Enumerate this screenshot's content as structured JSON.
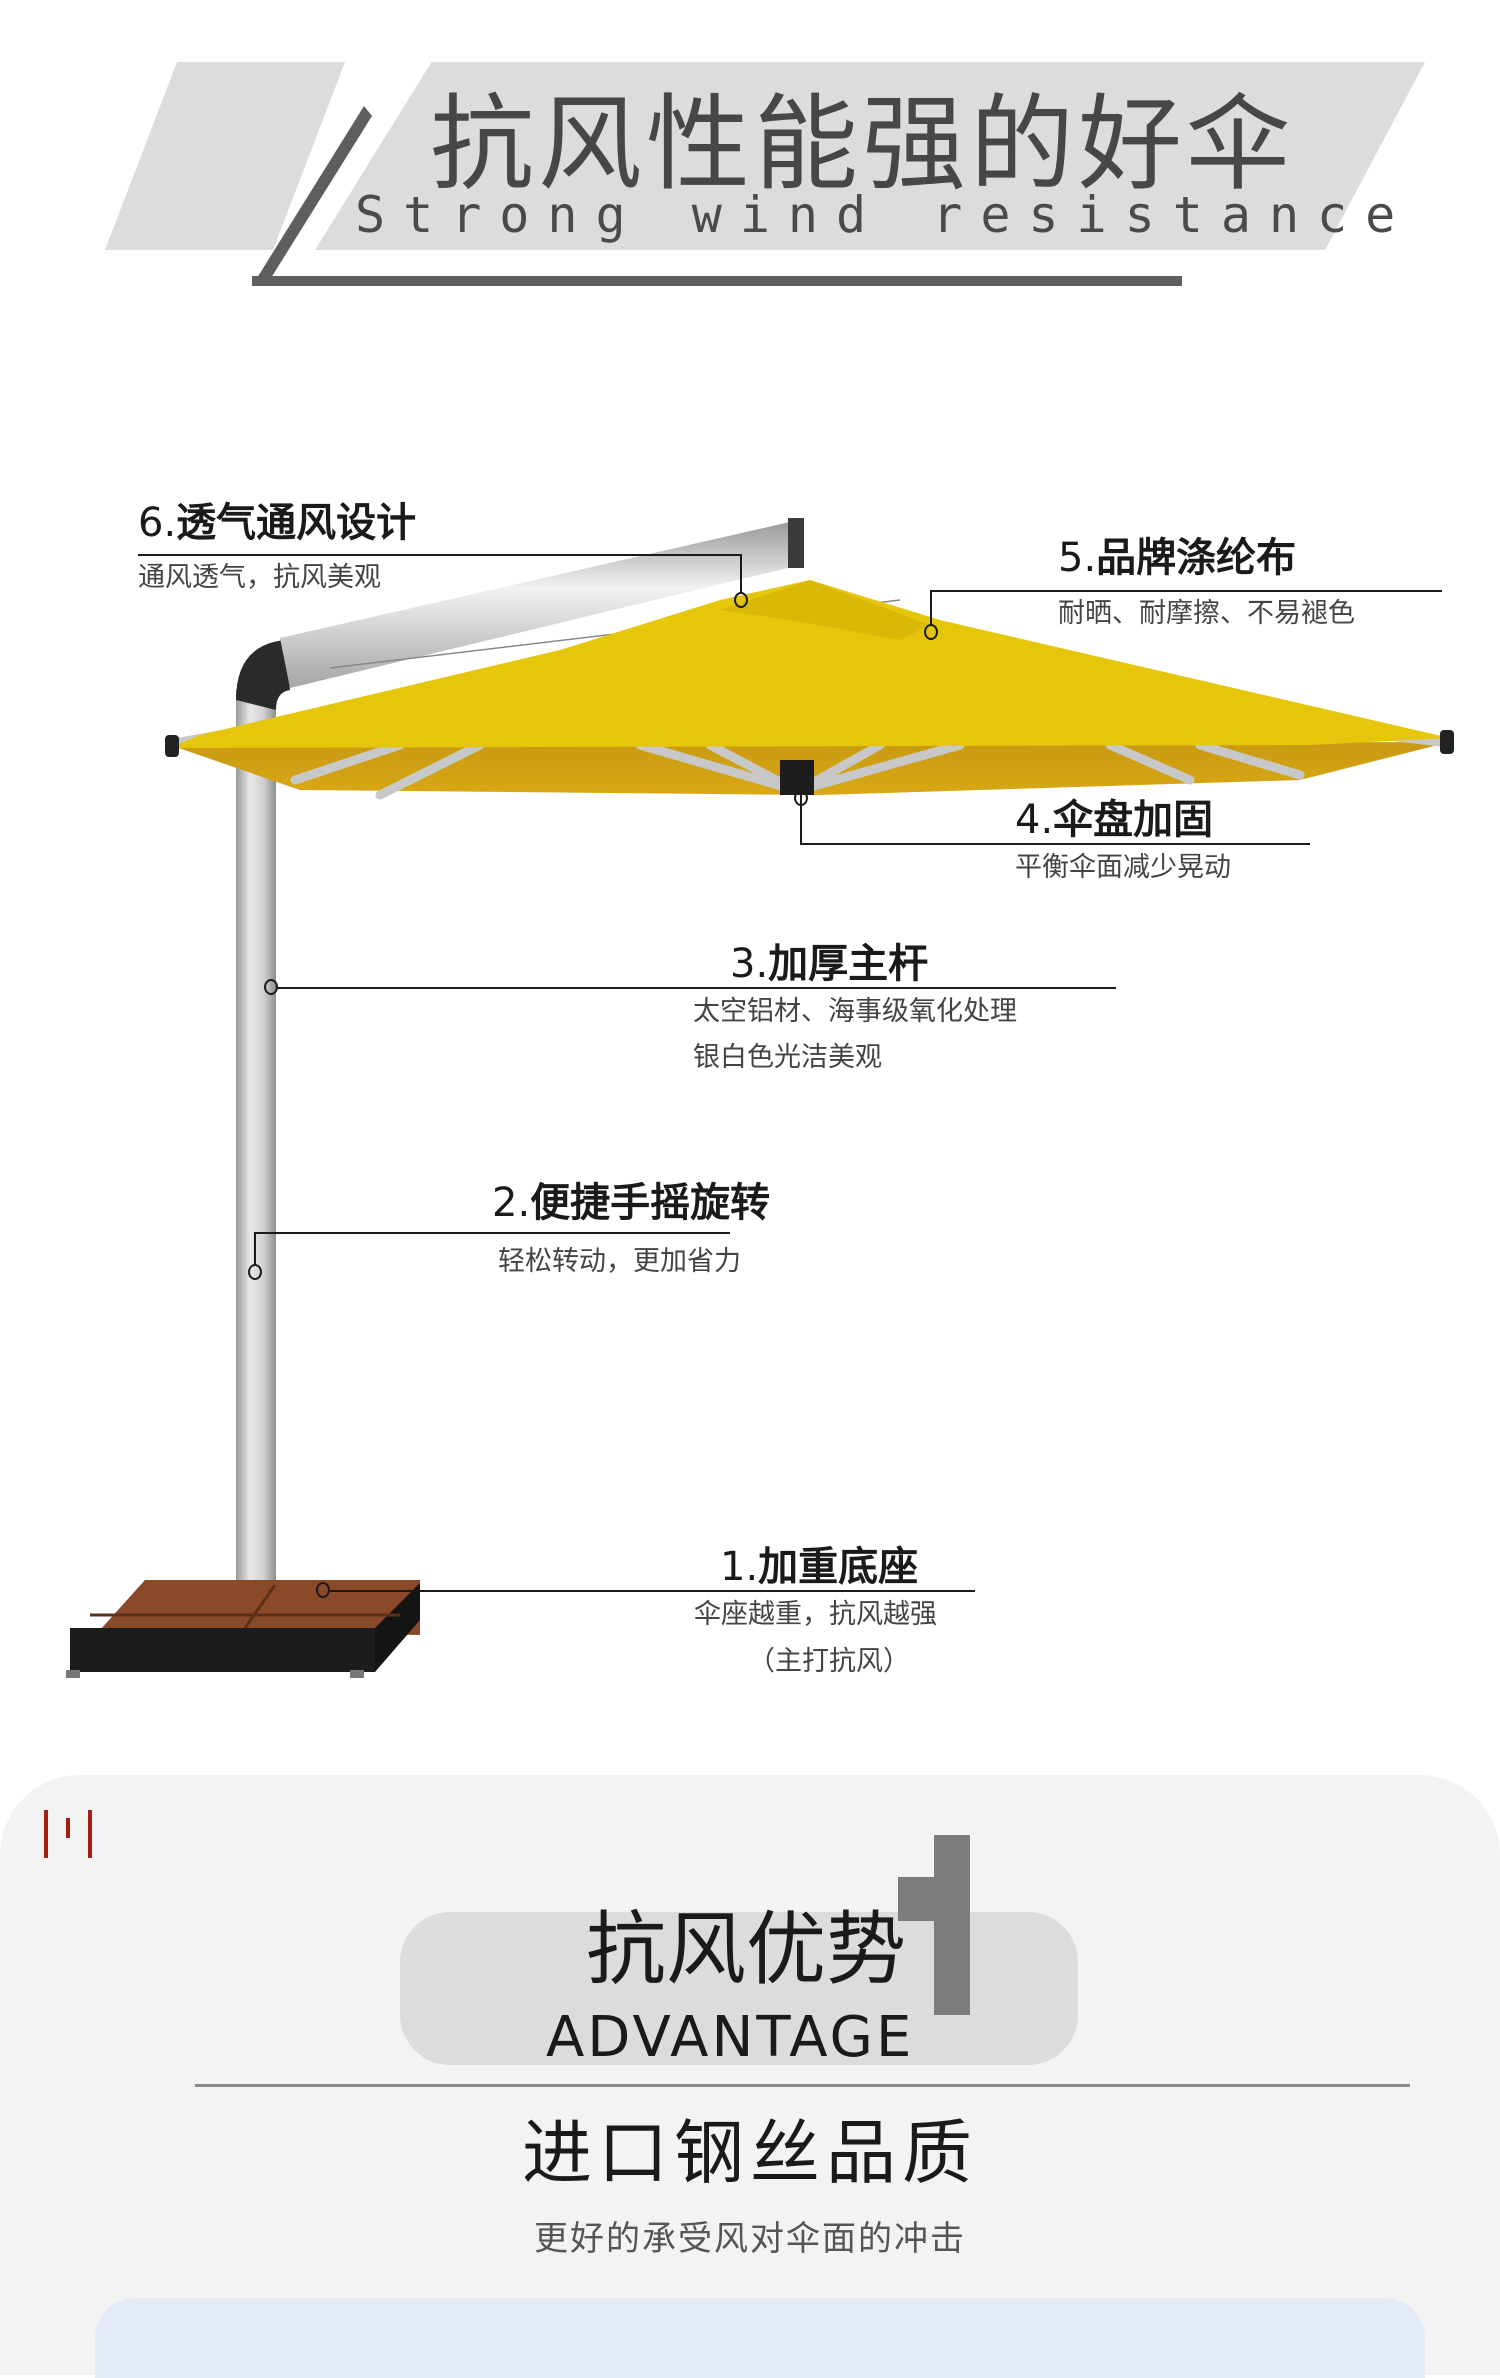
{
  "header": {
    "title": "抗风性能强的好伞",
    "subtitle": "Strong wind resistance",
    "colors": {
      "band": "#dcdcdc",
      "line": "#5e5e5e",
      "text": "#474747"
    }
  },
  "product": {
    "canopy_color": "#e6c60a",
    "pole_color": "#c9c9c9",
    "base_color": "#8a4a2a"
  },
  "annotations": [
    {
      "num": "1.",
      "title": "加重底座",
      "desc": [
        "伞座越重，抗风越强",
        "（主打抗风）"
      ]
    },
    {
      "num": "2.",
      "title": "便捷手摇旋转",
      "desc": [
        "轻松转动，更加省力"
      ]
    },
    {
      "num": "3.",
      "title": "加厚主杆",
      "desc": [
        "太空铝材、海事级氧化处理",
        "银白色光洁美观"
      ]
    },
    {
      "num": "4.",
      "title": "伞盘加固",
      "desc": [
        "平衡伞面减少晃动"
      ]
    },
    {
      "num": "5.",
      "title": "品牌涤纶布",
      "desc": [
        "耐晒、耐摩擦、不易褪色"
      ]
    },
    {
      "num": "6.",
      "title": "透气通风设计",
      "desc": [
        "通风透气，抗风美观"
      ]
    }
  ],
  "advantage": {
    "title": "抗风优势",
    "title_en": "ADVANTAGE",
    "accent_color": "#a31f14",
    "feature_title": "进口钢丝品质",
    "feature_subtitle": "更好的承受风对伞面的冲击"
  }
}
